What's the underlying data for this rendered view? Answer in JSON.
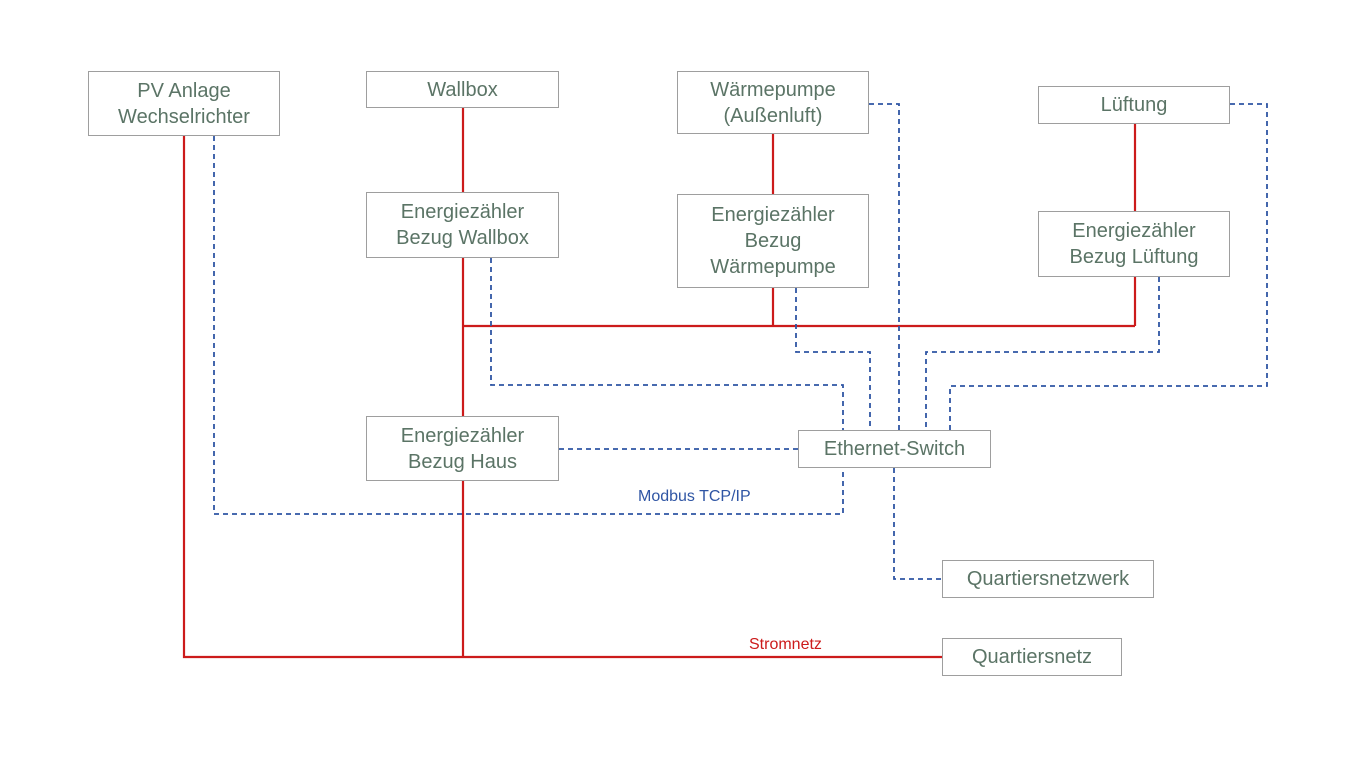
{
  "colors": {
    "power": "#cc1b1b",
    "data": "#2f55a4",
    "box_text": "#5b7466",
    "box_border": "#9e9e9e"
  },
  "nodes": {
    "pv": "PV Anlage\nWechselrichter",
    "wallbox": "Wallbox",
    "heatpump": "Wärmepumpe\n(Außenluft)",
    "ventilation": "Lüftung",
    "meter_wallbox": "Energiezähler\nBezug Wallbox",
    "meter_heatpump": "Energiezähler\nBezug\nWärmepumpe",
    "meter_ventilation": "Energiezähler\nBezug Lüftung",
    "meter_house": "Energiezähler\nBezug Haus",
    "switch": "Ethernet-Switch",
    "district_network": "Quartiersnetzwerk",
    "district_grid": "Quartiersnetz"
  },
  "labels": {
    "data_bus": "Modbus TCP/IP",
    "power_grid": "Stromnetz"
  }
}
